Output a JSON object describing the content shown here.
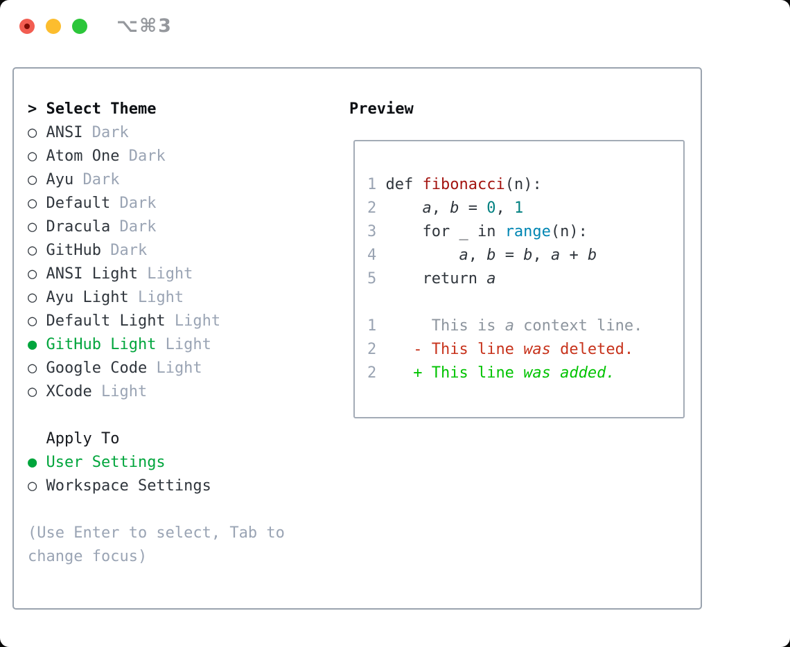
{
  "window": {
    "title": "⌥⌘3",
    "traffic_lights": [
      "close",
      "minimize",
      "zoom"
    ]
  },
  "colors": {
    "accent_green": "#00a53c",
    "diff_added_green": "#00c300",
    "diff_deleted_red": "#c7331c",
    "function_red": "#a31410",
    "number_teal": "#008080",
    "builtin_blue": "#0086b3",
    "muted_gray": "#9aa4b4",
    "ink": "#2f353c",
    "border_gray": "#9aa3ae"
  },
  "theme_picker": {
    "prompt": ">",
    "header": "Select Theme",
    "items": [
      {
        "name": "ANSI",
        "variant": "Dark",
        "selected": false
      },
      {
        "name": "Atom One",
        "variant": "Dark",
        "selected": false
      },
      {
        "name": "Ayu",
        "variant": "Dark",
        "selected": false
      },
      {
        "name": "Default",
        "variant": "Dark",
        "selected": false
      },
      {
        "name": "Dracula",
        "variant": "Dark",
        "selected": false
      },
      {
        "name": "GitHub",
        "variant": "Dark",
        "selected": false
      },
      {
        "name": "ANSI Light",
        "variant": "Light",
        "selected": false
      },
      {
        "name": "Ayu Light",
        "variant": "Light",
        "selected": false
      },
      {
        "name": "Default Light",
        "variant": "Light",
        "selected": false
      },
      {
        "name": "GitHub Light",
        "variant": "Light",
        "selected": true
      },
      {
        "name": "Google Code",
        "variant": "Light",
        "selected": false
      },
      {
        "name": "XCode",
        "variant": "Light",
        "selected": false
      }
    ],
    "radio_unselected": "○",
    "radio_selected": "●"
  },
  "apply_to": {
    "header": "Apply To",
    "options": [
      {
        "name": "User Settings",
        "selected": true
      },
      {
        "name": "Workspace Settings",
        "selected": false
      }
    ]
  },
  "hint": "(Use Enter to select, Tab to change focus)",
  "preview": {
    "header": "Preview",
    "code_lines": [
      {
        "num": "1",
        "segs": [
          {
            "t": "def ",
            "s": "plain"
          },
          {
            "t": "fibonacci",
            "s": "title"
          },
          {
            "t": "(n):",
            "s": "plain"
          }
        ]
      },
      {
        "num": "2",
        "segs": [
          {
            "t": "    ",
            "s": "plain"
          },
          {
            "t": "a",
            "s": "var"
          },
          {
            "t": ", ",
            "s": "plain"
          },
          {
            "t": "b",
            "s": "var"
          },
          {
            "t": " = ",
            "s": "plain"
          },
          {
            "t": "0",
            "s": "num"
          },
          {
            "t": ", ",
            "s": "plain"
          },
          {
            "t": "1",
            "s": "num"
          }
        ]
      },
      {
        "num": "3",
        "segs": [
          {
            "t": "    for _ in ",
            "s": "plain"
          },
          {
            "t": "range",
            "s": "blt"
          },
          {
            "t": "(n):",
            "s": "plain"
          }
        ]
      },
      {
        "num": "4",
        "segs": [
          {
            "t": "        ",
            "s": "plain"
          },
          {
            "t": "a",
            "s": "var"
          },
          {
            "t": ", ",
            "s": "plain"
          },
          {
            "t": "b",
            "s": "var"
          },
          {
            "t": " = ",
            "s": "plain"
          },
          {
            "t": "b",
            "s": "var"
          },
          {
            "t": ", ",
            "s": "plain"
          },
          {
            "t": "a",
            "s": "var"
          },
          {
            "t": " + ",
            "s": "plain"
          },
          {
            "t": "b",
            "s": "var"
          }
        ]
      },
      {
        "num": "5",
        "segs": [
          {
            "t": "    return ",
            "s": "plain"
          },
          {
            "t": "a",
            "s": "var"
          }
        ]
      },
      {
        "num": "",
        "segs": []
      },
      {
        "num": "1",
        "segs": [
          {
            "t": "     This is ",
            "s": "ctx"
          },
          {
            "t": "a",
            "s": "ctx_i"
          },
          {
            "t": " context line.",
            "s": "ctx"
          }
        ]
      },
      {
        "num": "2",
        "segs": [
          {
            "t": "   - This line ",
            "s": "del"
          },
          {
            "t": "was",
            "s": "del_i"
          },
          {
            "t": " deleted.",
            "s": "del"
          }
        ]
      },
      {
        "num": "2",
        "segs": [
          {
            "t": "   + This line ",
            "s": "add"
          },
          {
            "t": "was added.",
            "s": "add_i"
          }
        ]
      }
    ]
  }
}
